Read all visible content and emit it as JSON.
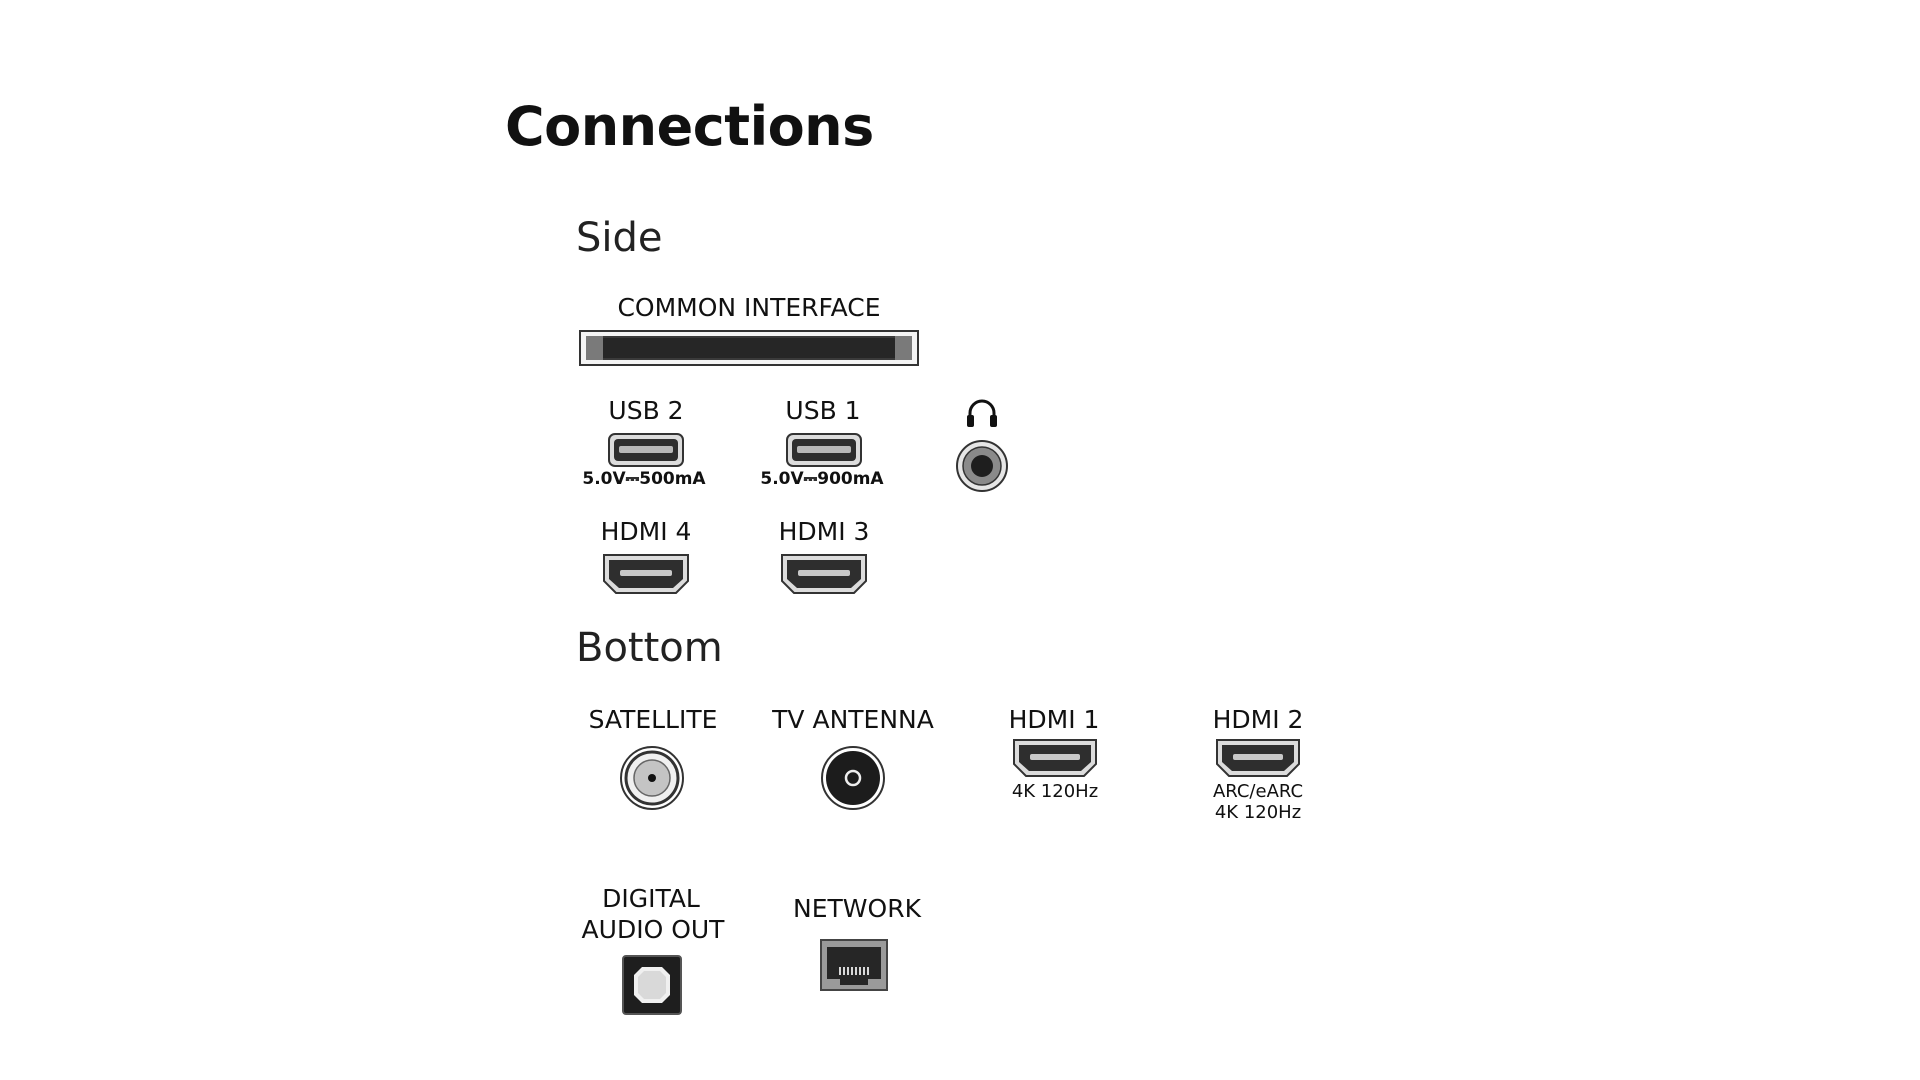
{
  "title": "Connections",
  "sections": {
    "side": "Side",
    "bottom": "Bottom"
  },
  "side": {
    "common_interface": "COMMON INTERFACE",
    "usb2": {
      "label": "USB 2",
      "spec": "5.0V⎓500mA"
    },
    "usb1": {
      "label": "USB 1",
      "spec": "5.0V⎓900mA"
    },
    "headphone_icon": "headphones-icon",
    "hdmi4": "HDMI 4",
    "hdmi3": "HDMI 3"
  },
  "bottom": {
    "satellite": "SATELLITE",
    "tv_antenna": "TV ANTENNA",
    "hdmi1": {
      "label": "HDMI 1",
      "spec": "4K 120Hz"
    },
    "hdmi2": {
      "label": "HDMI 2",
      "spec_line1": "ARC/eARC",
      "spec_line2": "4K 120Hz"
    },
    "digital_audio_out_line1": "DIGITAL",
    "digital_audio_out_line2": "AUDIO OUT",
    "network": "NETWORK"
  },
  "colors": {
    "text": "#111111",
    "port_dark": "#2b2b2b",
    "port_mid": "#5a5a5a",
    "port_light": "#bdbdbd"
  }
}
